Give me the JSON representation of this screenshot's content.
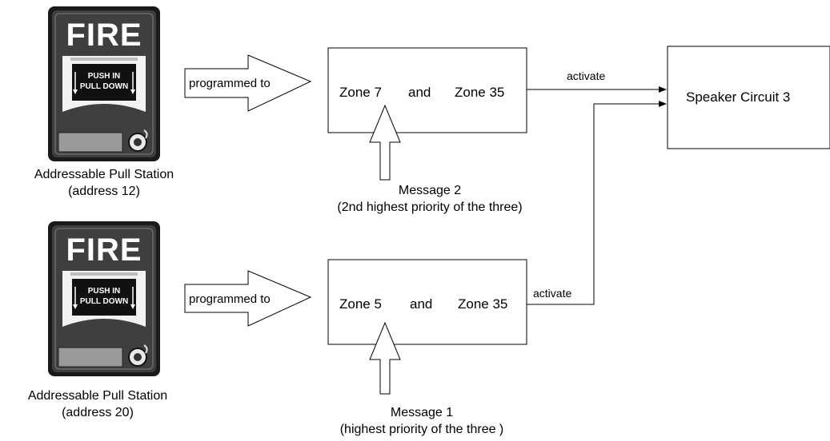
{
  "stations": [
    {
      "device_text": "FIRE",
      "handle_text_line1": "PUSH IN",
      "handle_text_line2": "PULL DOWN",
      "caption_line1": "Addressable Pull Station",
      "caption_line2": "(address 12)",
      "arrow_label": "programmed to"
    },
    {
      "device_text": "FIRE",
      "handle_text_line1": "PUSH IN",
      "handle_text_line2": "PULL DOWN",
      "caption_line1": "Addressable Pull Station",
      "caption_line2": "(address 20)",
      "arrow_label": "programmed to"
    }
  ],
  "zone_boxes": [
    {
      "zone_a": "Zone 7",
      "conjunction": "and",
      "zone_b": "Zone 35",
      "message_line1": "Message 2",
      "message_line2": "(2nd highest priority of the three)",
      "activate_label": "activate"
    },
    {
      "zone_a": "Zone 5",
      "conjunction": "and",
      "zone_b": "Zone 35",
      "message_line1": "Message 1",
      "message_line2": "(highest priority of the three )",
      "activate_label": "activate"
    }
  ],
  "speaker": {
    "label": "Speaker Circuit 3"
  },
  "colors": {
    "device_body": "#3a3a3a",
    "device_frame": "#1a1a1a",
    "device_inner": "#555555",
    "plate": "#f4f4f4",
    "label_plate": "#9a9a9a",
    "line": "#000000"
  }
}
